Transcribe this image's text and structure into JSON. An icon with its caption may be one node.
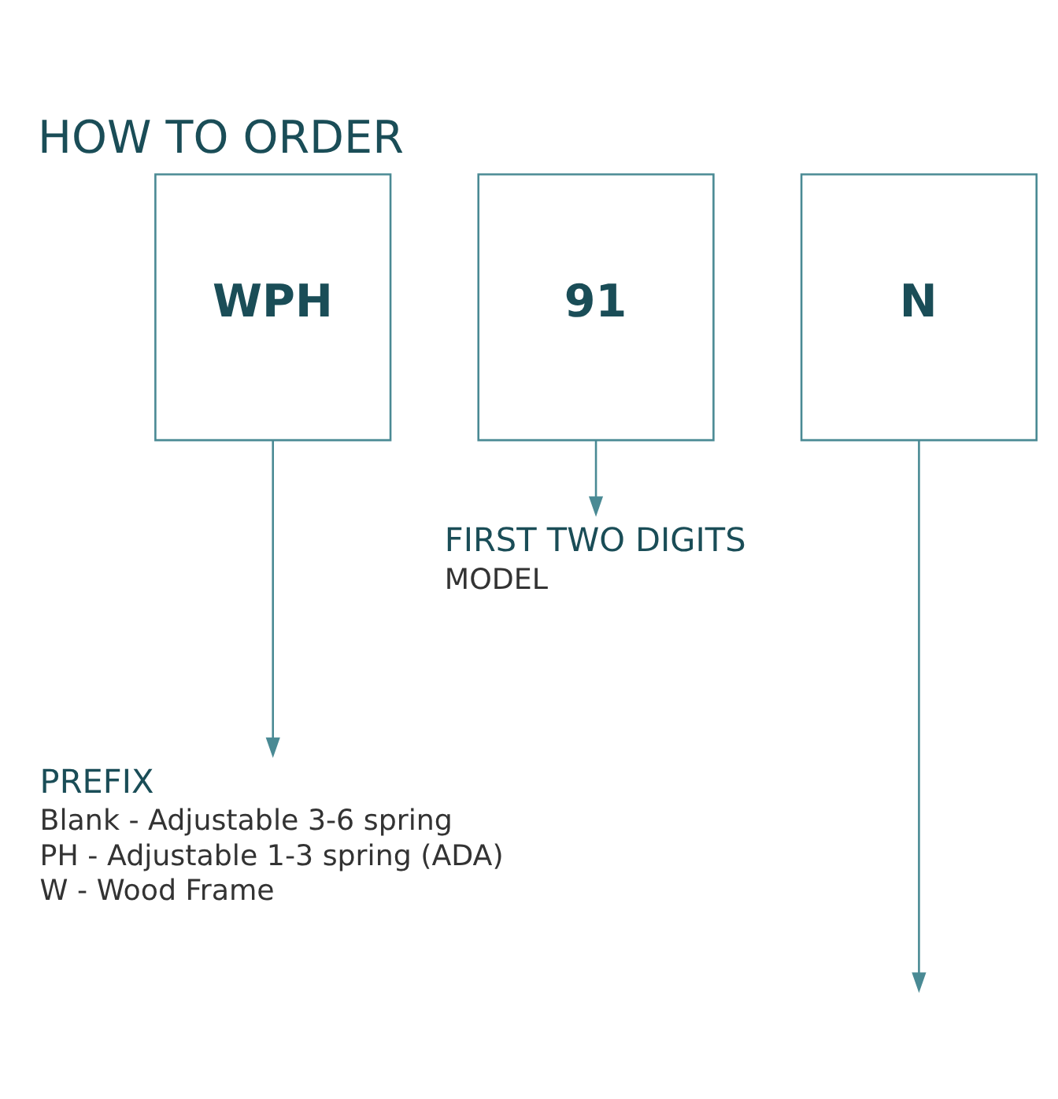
{
  "diagram": {
    "title": "HOW TO ORDER",
    "nodes": [
      {
        "text": [
          "WPH"
        ]
      },
      {
        "text": [
          "91"
        ]
      },
      {
        "text": [
          "N"
        ]
      },
      {
        "text": [
          "FIRST TWO DIGITS",
          "MODEL"
        ]
      },
      {
        "text": [
          "PREFIX",
          "Blank - Adjustable 3-6 spring",
          "PH - Adjustable 1-3 spring (ADA)",
          "W - Wood Frame"
        ]
      }
    ],
    "edges": [
      {
        "from": 0,
        "to": 4,
        "arrow": "to"
      },
      {
        "from": 1,
        "to": 3,
        "arrow": "to"
      },
      {
        "from": 2,
        "to": null,
        "arrow": "to"
      }
    ]
  }
}
